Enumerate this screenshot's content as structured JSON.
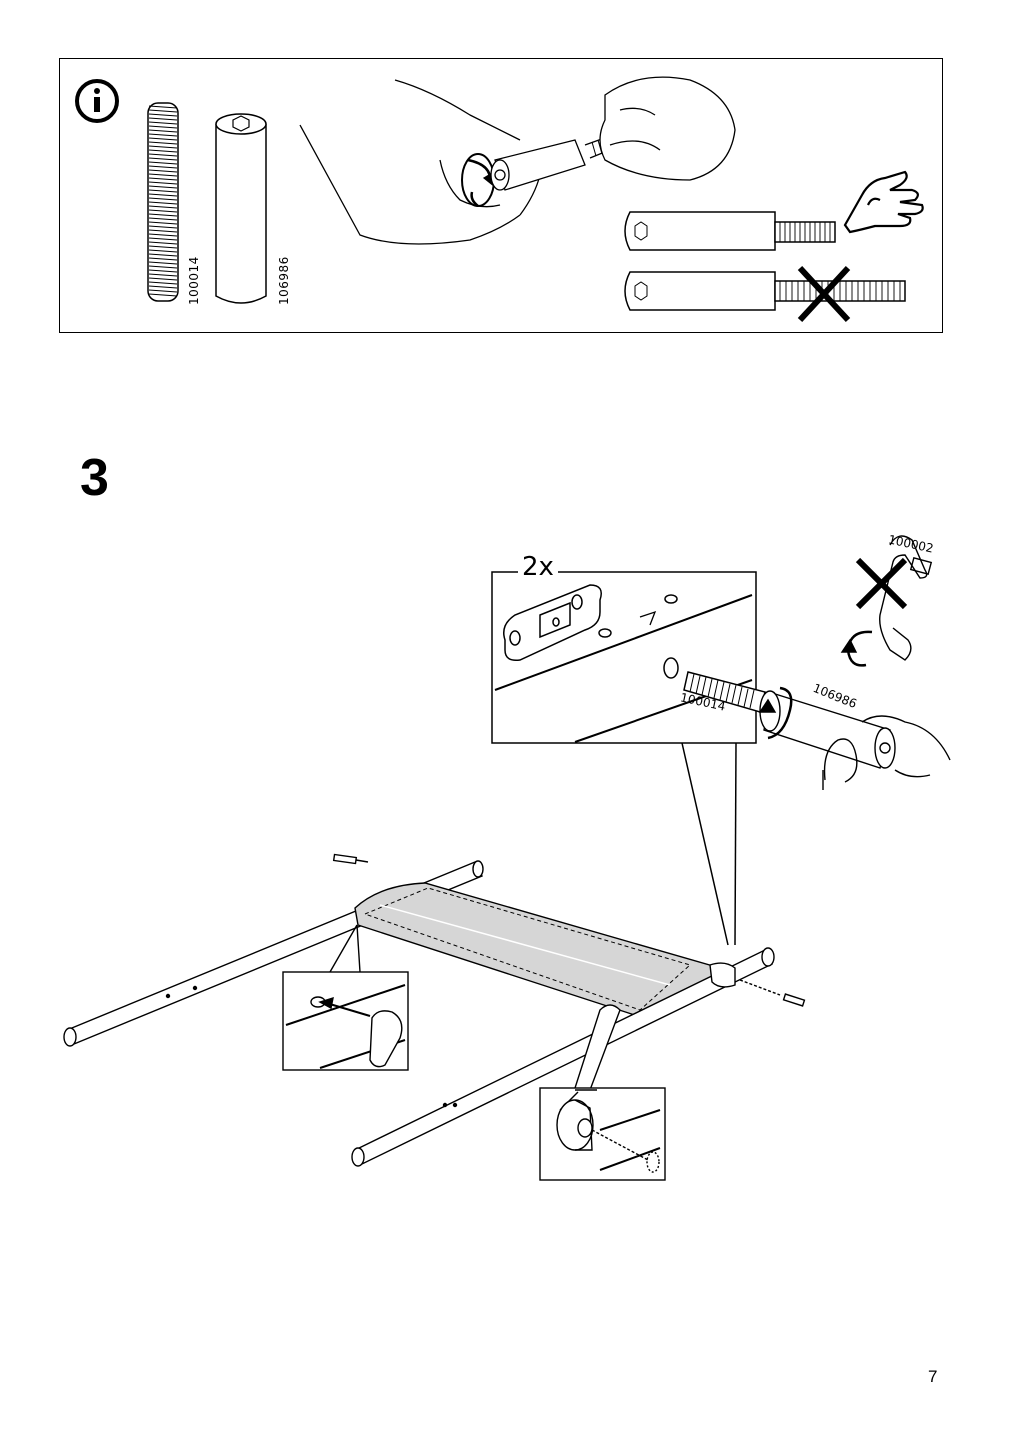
{
  "info_panel": {
    "part_a_id": "100014",
    "part_b_id": "106986"
  },
  "step": {
    "number": "3",
    "quantity": "2x",
    "part_bolt_id": "100014",
    "part_nut_id": "106986",
    "part_key_id": "100002"
  },
  "page": {
    "number": "7"
  }
}
